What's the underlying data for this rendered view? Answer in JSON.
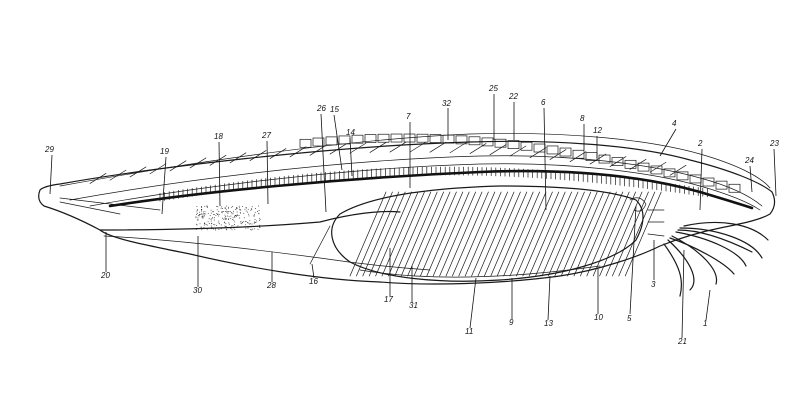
{
  "diagram": {
    "labels": [
      {
        "id": "29",
        "text": "29"
      },
      {
        "id": "19",
        "text": "19"
      },
      {
        "id": "18",
        "text": "18"
      },
      {
        "id": "27",
        "text": "27"
      },
      {
        "id": "26",
        "text": "26"
      },
      {
        "id": "15",
        "text": "15"
      },
      {
        "id": "14",
        "text": "14"
      },
      {
        "id": "7",
        "text": "7"
      },
      {
        "id": "32",
        "text": "32"
      },
      {
        "id": "25",
        "text": "25"
      },
      {
        "id": "22",
        "text": "22"
      },
      {
        "id": "6",
        "text": "6"
      },
      {
        "id": "8",
        "text": "8"
      },
      {
        "id": "12",
        "text": "12"
      },
      {
        "id": "4",
        "text": "4"
      },
      {
        "id": "2",
        "text": "2"
      },
      {
        "id": "24",
        "text": "24"
      },
      {
        "id": "23",
        "text": "23"
      },
      {
        "id": "20",
        "text": "20"
      },
      {
        "id": "30",
        "text": "30"
      },
      {
        "id": "28",
        "text": "28"
      },
      {
        "id": "16",
        "text": "16"
      },
      {
        "id": "17",
        "text": "17"
      },
      {
        "id": "31",
        "text": "31"
      },
      {
        "id": "11",
        "text": "11"
      },
      {
        "id": "9",
        "text": "9"
      },
      {
        "id": "13",
        "text": "13"
      },
      {
        "id": "10",
        "text": "10"
      },
      {
        "id": "5",
        "text": "5"
      },
      {
        "id": "3",
        "text": "3"
      },
      {
        "id": "21",
        "text": "21"
      },
      {
        "id": "1",
        "text": "1"
      }
    ]
  }
}
